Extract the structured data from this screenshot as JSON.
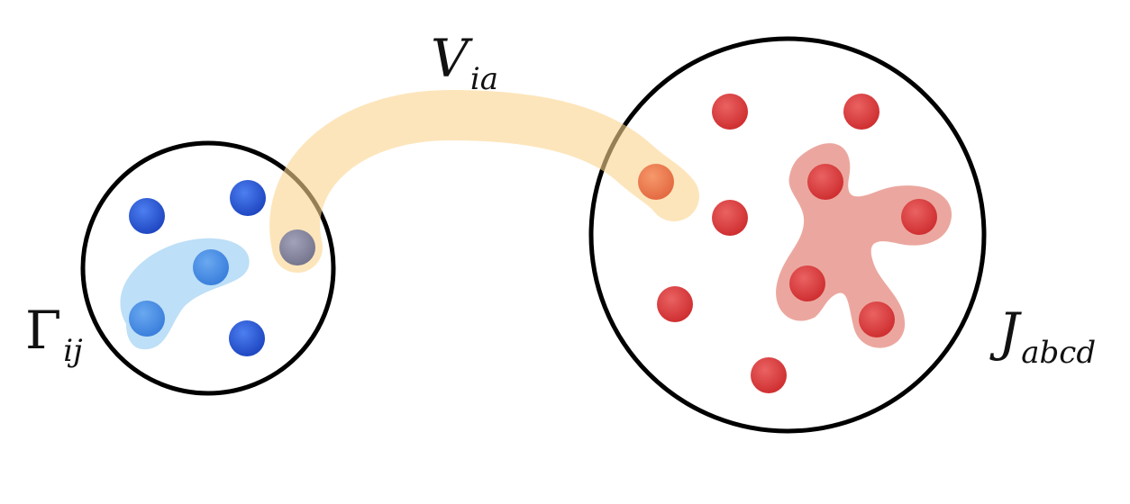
{
  "labels": {
    "gamma": {
      "main": "Γ",
      "sub": "ij"
    },
    "v": {
      "main": "V",
      "sub": "ia"
    },
    "j": {
      "main": "J",
      "sub": "abcd"
    }
  },
  "colors": {
    "blue_dot": "#2f5fd6",
    "light_blue_dot": "#4a8fe6",
    "gray_dot": "#8a8aa6",
    "orange_dot": "#ef7f55",
    "red_dot": "#d83a3c",
    "blue_highlight": "#b9ddf7",
    "orange_band": "#fbd999",
    "red_highlight": "#eaa29a",
    "circle_stroke": "#000000"
  }
}
